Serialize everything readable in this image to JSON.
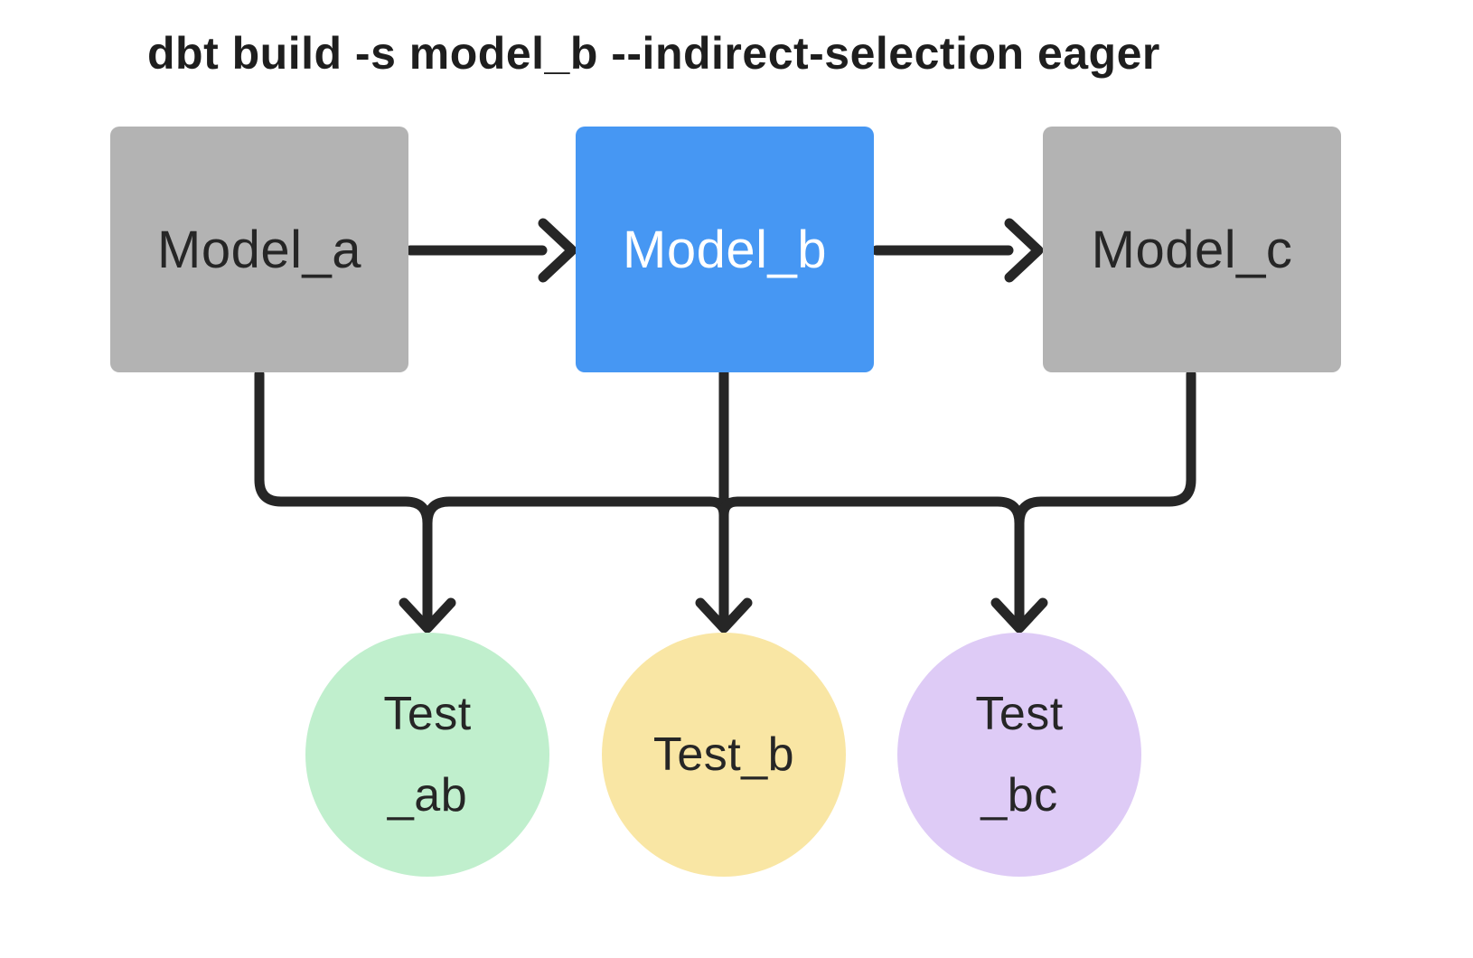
{
  "title": "dbt build -s model_b --indirect-selection eager",
  "colors": {
    "background": "#FFFFFF",
    "title_text": "#1E1E1E",
    "edge": "#262626",
    "model_box_fill": "#B3B3B3",
    "model_box_text": "#262626",
    "selected_box_fill": "#4697F3",
    "selected_box_text": "#FFFFFF",
    "test_ab_fill": "#C0EFCD",
    "test_b_fill": "#F9E6A4",
    "test_bc_fill": "#DECBF6",
    "test_text": "#262626"
  },
  "nodes": {
    "model_a": {
      "label": "Model_a"
    },
    "model_b": {
      "label": "Model_b"
    },
    "model_c": {
      "label": "Model_c"
    },
    "test_ab": {
      "line1": "Test",
      "line2": "_ab"
    },
    "test_b": {
      "label": "Test_b"
    },
    "test_bc": {
      "line1": "Test",
      "line2": "_bc"
    }
  }
}
